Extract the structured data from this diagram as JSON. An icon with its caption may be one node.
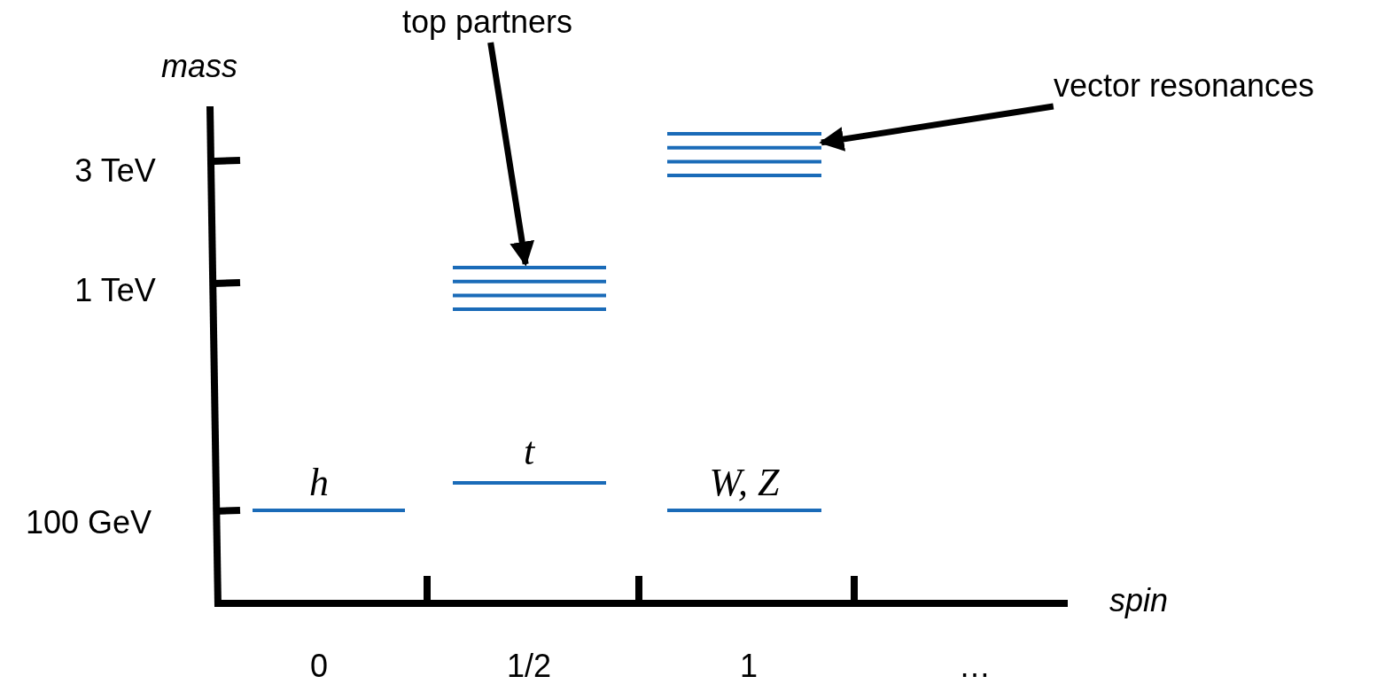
{
  "diagram": {
    "nodes": [
      {
        "text": [
          "top partners"
        ]
      },
      {
        "text": [
          "vector resonances"
        ]
      },
      {
        "text": [],
        "shape": "bar"
      },
      {
        "text": [],
        "shape": "bar"
      }
    ],
    "edges": [
      {
        "from": 0,
        "to": 2,
        "arrow": "to"
      },
      {
        "from": 1,
        "to": 3,
        "arrow": "to"
      }
    ],
    "labels": [
      "mass",
      "3 TeV",
      "1 TeV",
      "h",
      "t",
      "W, Z",
      "100 GeV",
      "spin",
      "0",
      "1/2",
      "1",
      "…"
    ]
  }
}
